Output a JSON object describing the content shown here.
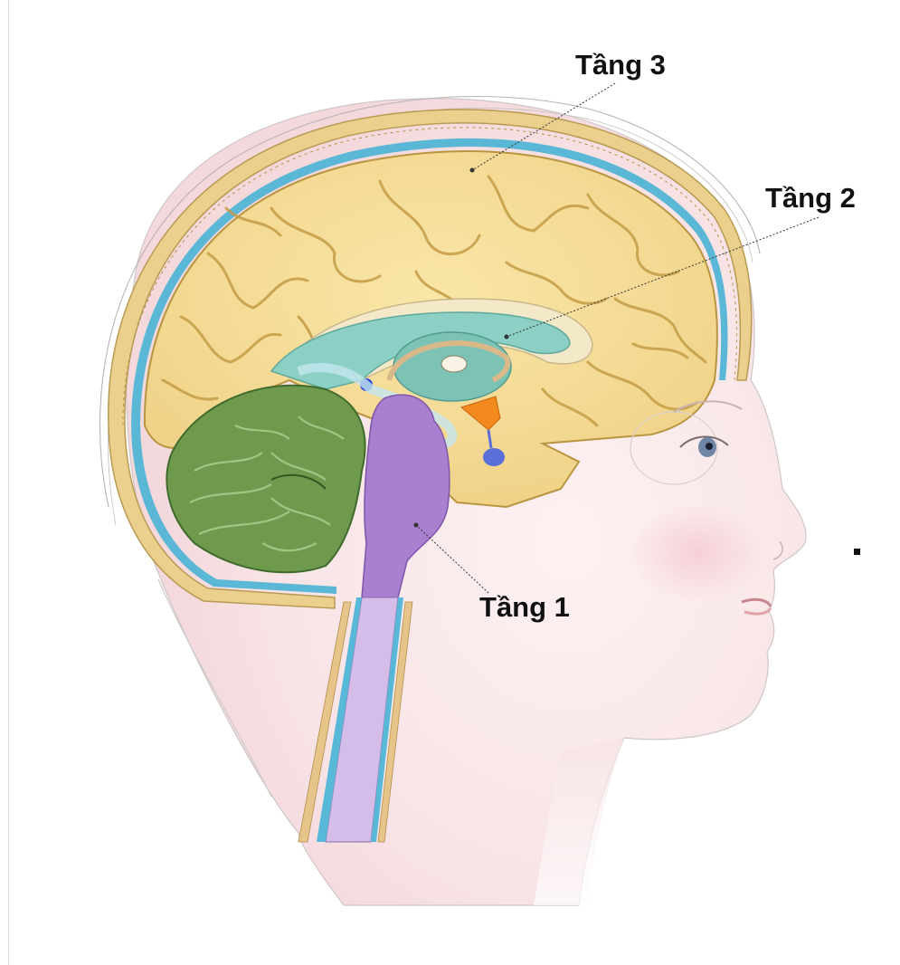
{
  "diagram": {
    "labels": {
      "level_3": "Tầng 3",
      "level_2": "Tầng 2",
      "level_1": "Tầng 1"
    },
    "colors": {
      "cerebrum": "#f5dc93",
      "cerebrum_fold": "#c9a24a",
      "limbic": "#8fd0c6",
      "ventricle_fluid": "#58b8d8",
      "cerebellum": "#6f9a4e",
      "brainstem": "#a97fd0",
      "spinal_cord": "#d4bde8",
      "skin": "#f8e6e6",
      "skull": "#e9cf8c",
      "hypothalamus": "#f28a1e",
      "pituitary": "#5b6fd8"
    }
  }
}
